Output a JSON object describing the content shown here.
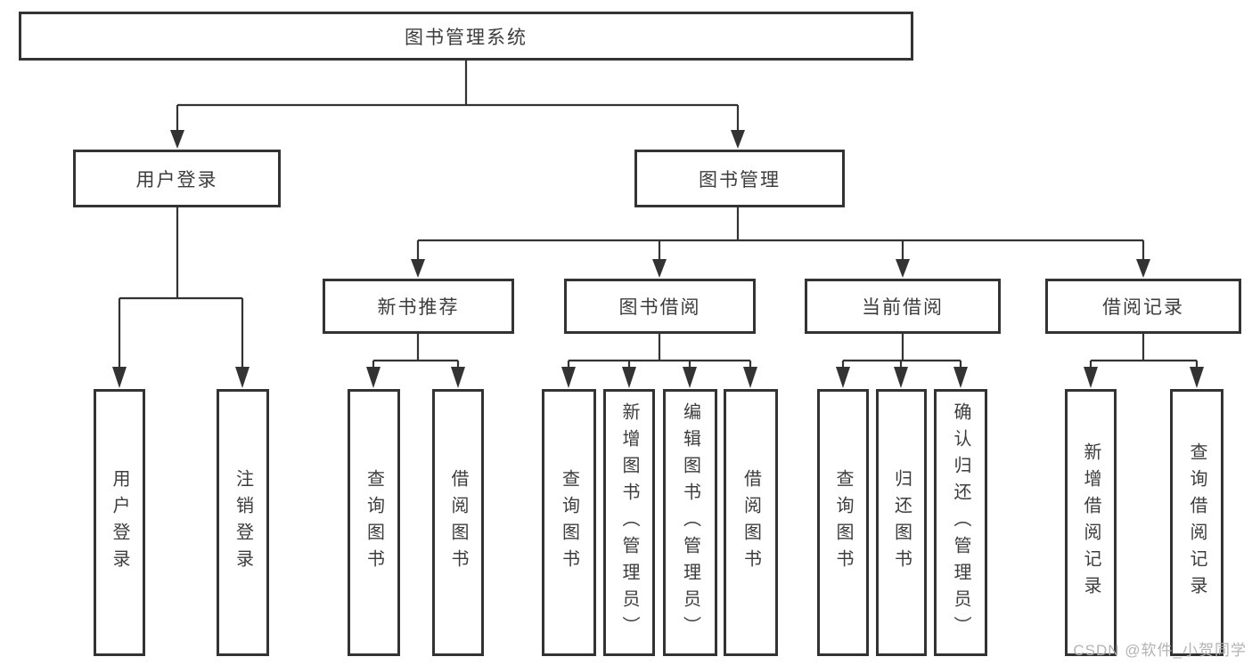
{
  "watermark": "CSDN @软件_小贺同学",
  "colors": {
    "line": "#333333",
    "box_border": "#333333",
    "text": "#3d3d3d",
    "watermark": "#b3b3b3",
    "background": "#ffffff"
  },
  "tree": {
    "label": "图书管理系统",
    "children": [
      {
        "label": "用户登录",
        "children": [
          {
            "label": "用户登录"
          },
          {
            "label": "注销登录"
          }
        ]
      },
      {
        "label": "图书管理",
        "children": [
          {
            "label": "新书推荐",
            "children": [
              {
                "label": "查询图书"
              },
              {
                "label": "借阅图书"
              }
            ]
          },
          {
            "label": "图书借阅",
            "children": [
              {
                "label": "查询图书"
              },
              {
                "label": "新增图书（管理员）"
              },
              {
                "label": "编辑图书（管理员）"
              },
              {
                "label": "借阅图书"
              }
            ]
          },
          {
            "label": "当前借阅",
            "children": [
              {
                "label": "查询图书"
              },
              {
                "label": "归还图书"
              },
              {
                "label": "确认归还（管理员）"
              }
            ]
          },
          {
            "label": "借阅记录",
            "children": [
              {
                "label": "新增借阅记录"
              },
              {
                "label": "查询借阅记录"
              }
            ]
          }
        ]
      }
    ]
  }
}
